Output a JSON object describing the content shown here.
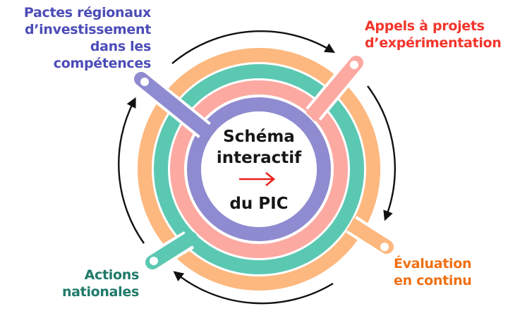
{
  "title": "Schéma interactif du PIC",
  "center": {
    "line1": "Schéma",
    "line2": "interactif",
    "line3": "du PIC",
    "arrow_icon": "right-arrow",
    "arrow_color": "#e8231f"
  },
  "pillars": [
    {
      "id": "pactes",
      "lines": [
        "Pactes régionaux",
        "d’investissement",
        "dans les",
        "compétences"
      ],
      "ring_color": "#8f8bd0",
      "text_color": "#4c4cb8"
    },
    {
      "id": "appels",
      "lines": [
        "Appels à projets",
        "d’expérimentation"
      ],
      "ring_color": "#fca9a2",
      "text_color": "#f2352c"
    },
    {
      "id": "evaluation",
      "lines": [
        "Évaluation",
        "en continu"
      ],
      "ring_color": "#fdb87f",
      "text_color": "#f07013"
    },
    {
      "id": "actions",
      "lines": [
        "Actions",
        "nationales"
      ],
      "ring_color": "#5bc8b2",
      "text_color": "#1f7a69"
    }
  ],
  "cycle_arrows": {
    "direction": "clockwise",
    "count": 4,
    "color": "#111111"
  }
}
